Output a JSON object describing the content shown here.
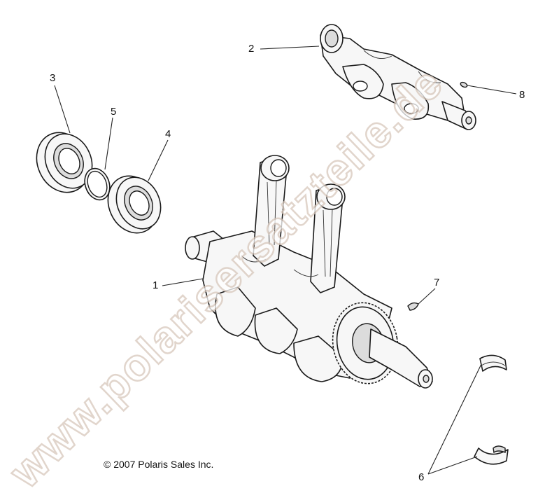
{
  "callouts": {
    "c1": "1",
    "c2": "2",
    "c3": "3",
    "c4": "4",
    "c5": "5",
    "c6": "6",
    "c7": "7",
    "c8": "8"
  },
  "copyright": "© 2007 Polaris Sales Inc.",
  "watermark": "www.polarisersatzteile.de",
  "colors": {
    "watermark_outline": "#d8c8bc",
    "line": "#1a1a1a"
  }
}
